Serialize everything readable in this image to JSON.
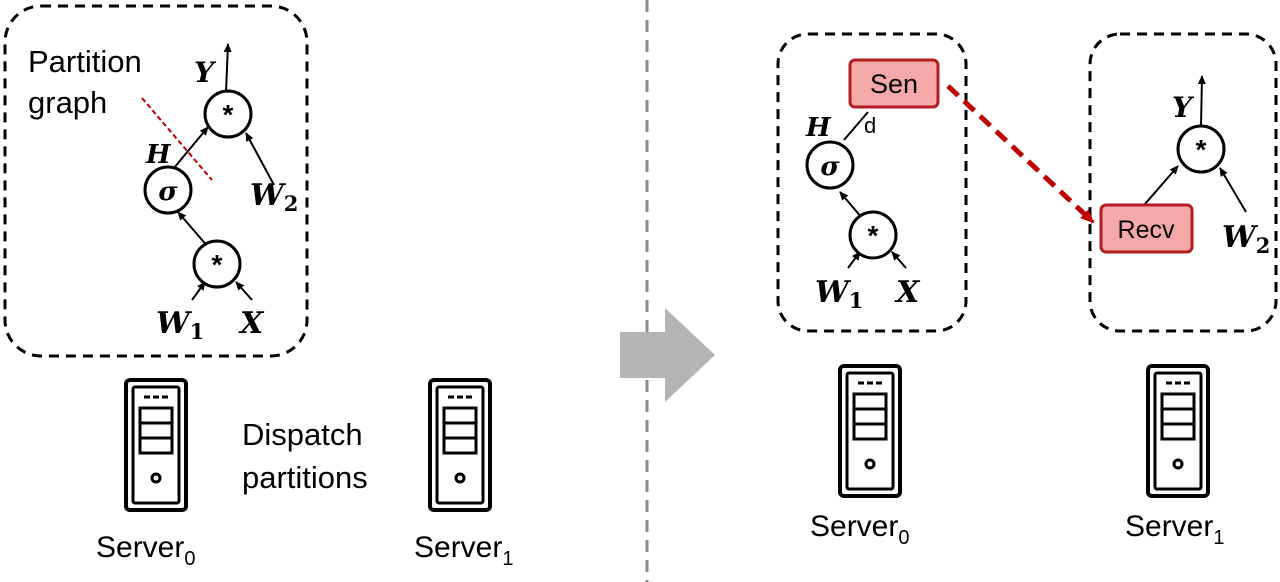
{
  "left": {
    "annotation_line1": "Partition",
    "annotation_line2": "graph",
    "graph": {
      "output": "Y",
      "hidden": "H",
      "weight2": "W",
      "weight2_sub": "2",
      "weight1": "W",
      "weight1_sub": "1",
      "input": "X",
      "mul_symbol": "*",
      "sigma_symbol": "σ"
    },
    "dispatch_line1": "Dispatch",
    "dispatch_line2": "partitions",
    "server0": {
      "name": "Server",
      "sub": "0"
    },
    "server1": {
      "name": "Server",
      "sub": "1"
    }
  },
  "right": {
    "send_label": "Sen",
    "send_label_overflow": "d",
    "recv_label": "Recv",
    "graph0": {
      "hidden": "H",
      "weight1": "W",
      "weight1_sub": "1",
      "input": "X",
      "mul_symbol": "*",
      "sigma_symbol": "σ"
    },
    "graph1": {
      "output": "Y",
      "weight2": "W",
      "weight2_sub": "2",
      "mul_symbol": "*"
    },
    "server0": {
      "name": "Server",
      "sub": "0"
    },
    "server1": {
      "name": "Server",
      "sub": "1"
    }
  },
  "colors": {
    "node_fill_red": "#f5a8a8",
    "node_stroke_red": "#b01e24",
    "arrow_red": "#c00000",
    "transition_arrow": "#b4b4b4",
    "divider": "#8c8c8c"
  }
}
